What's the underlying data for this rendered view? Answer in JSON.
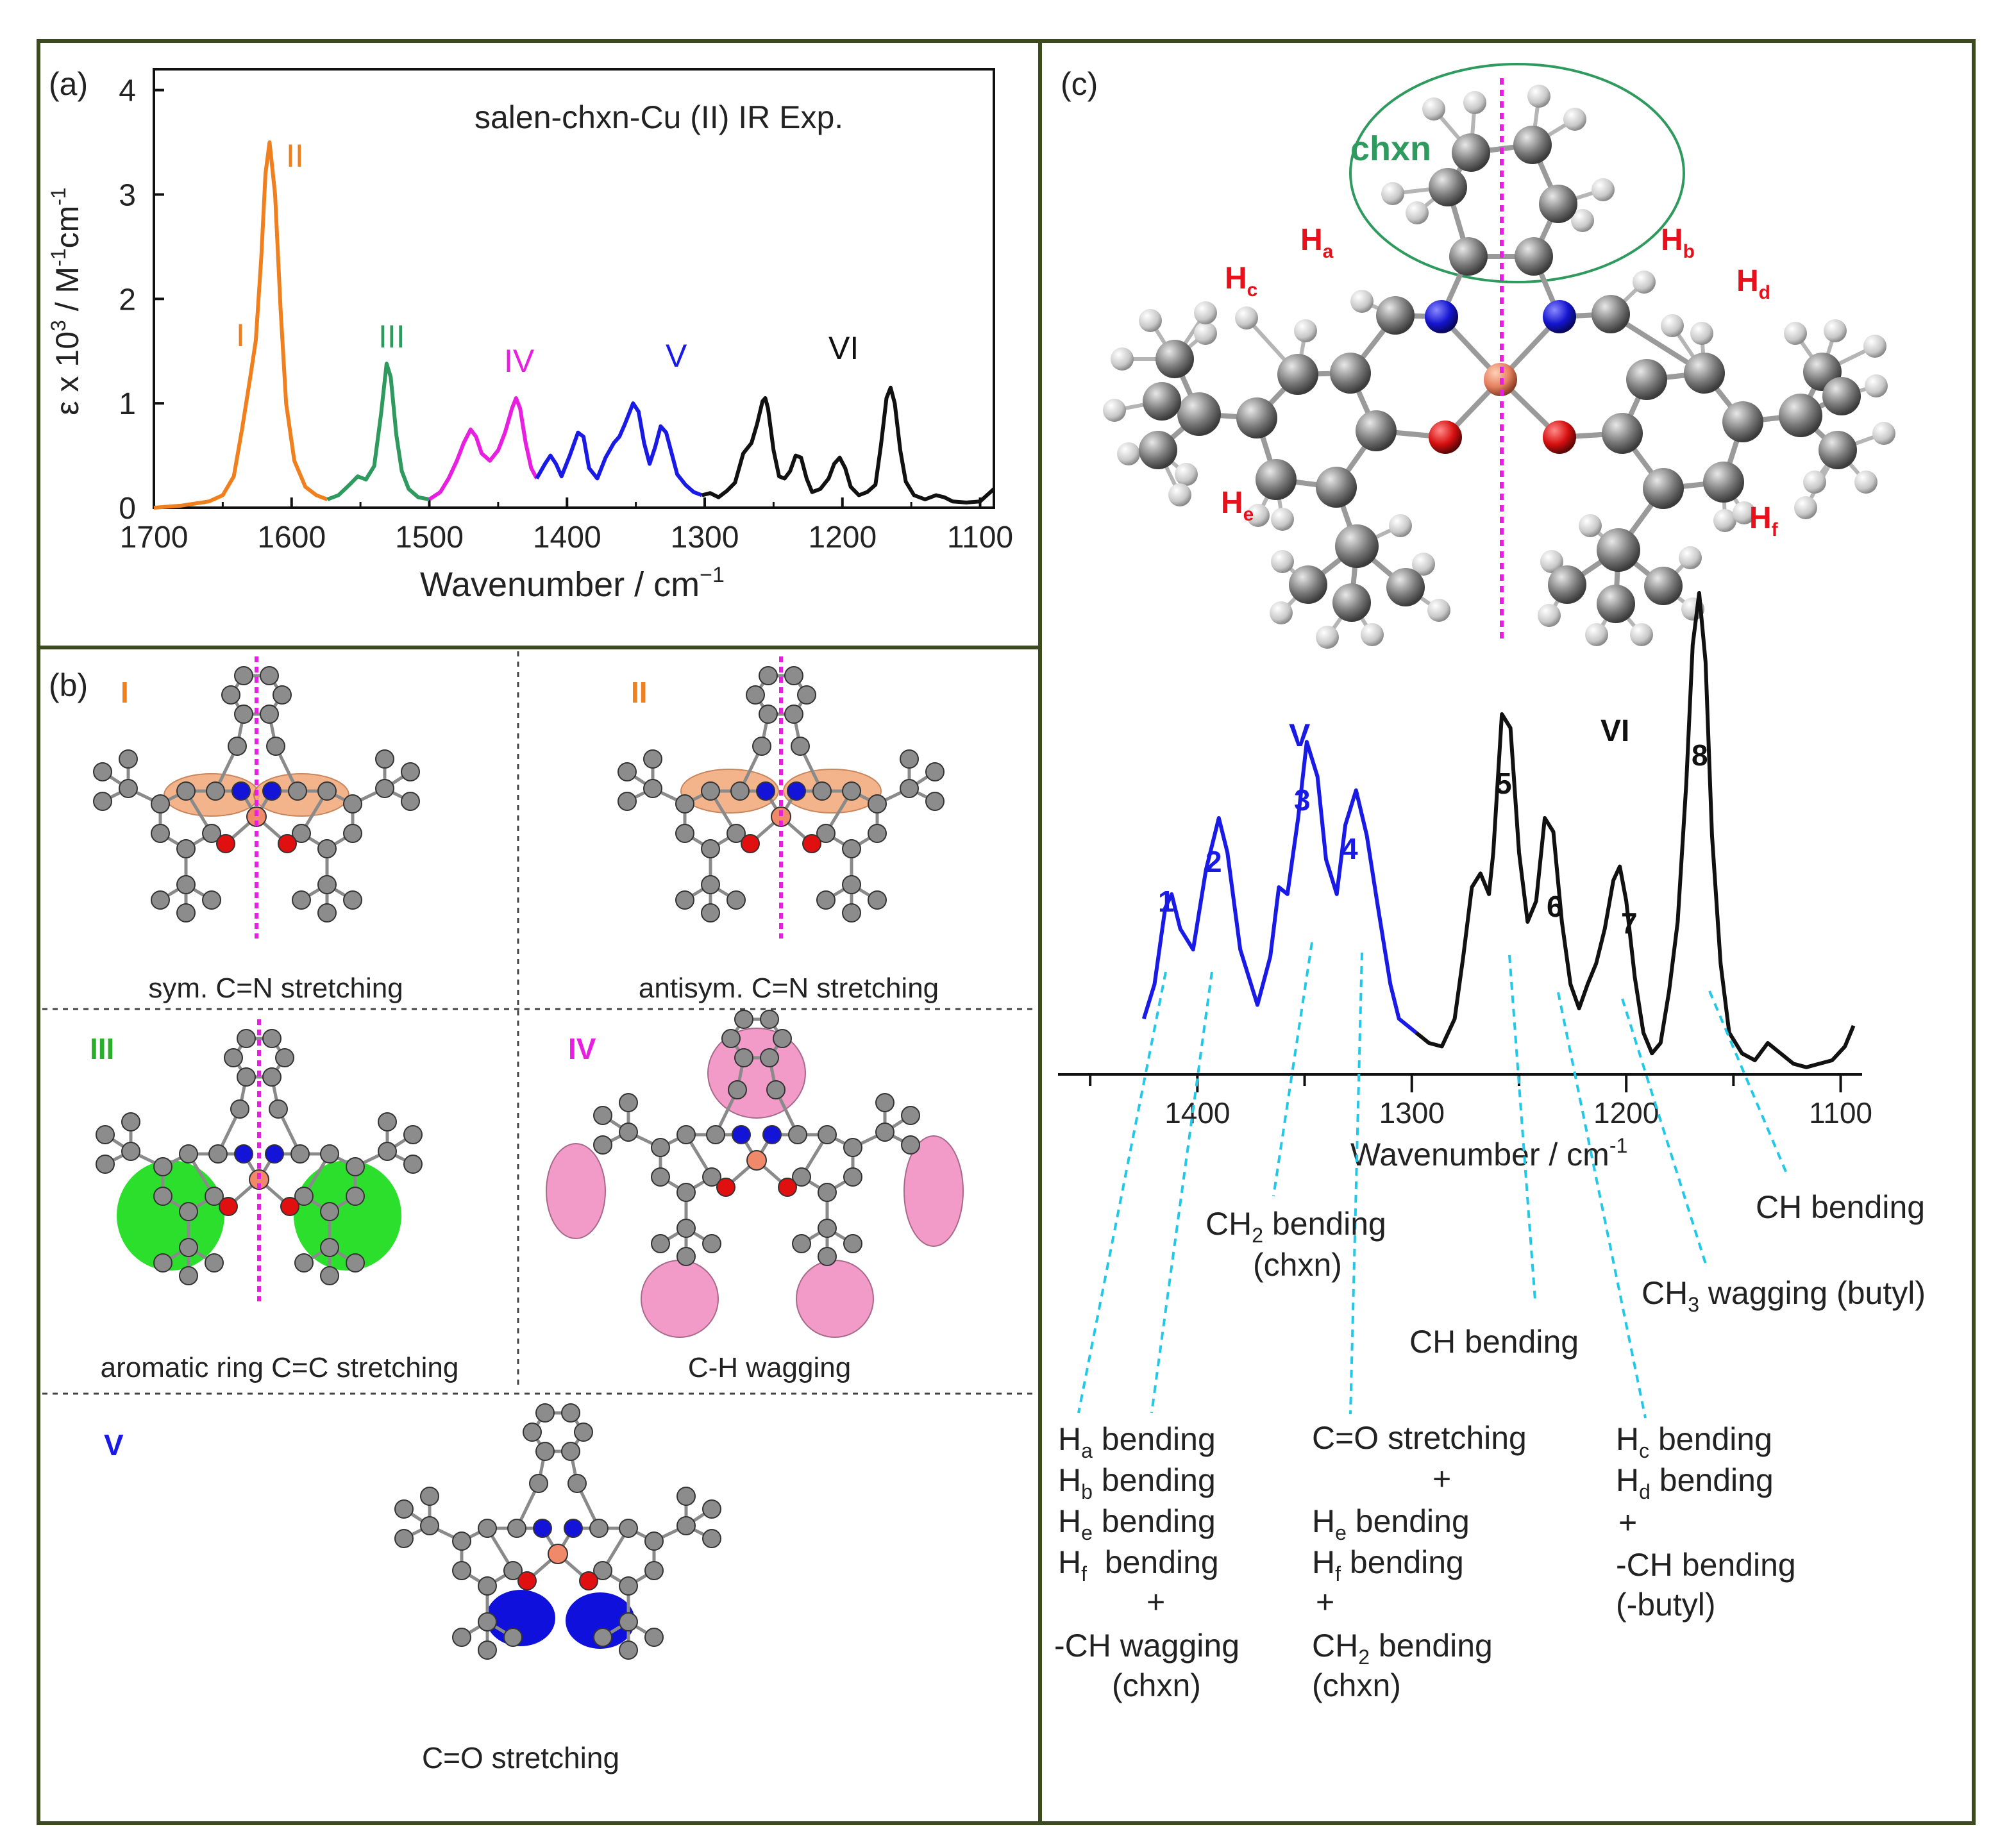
{
  "panel_a": {
    "label": "(a)",
    "title": "salen-chxn-Cu (II) IR Exp.",
    "ylabel_pre": "ε x 10",
    "ylabel_sup": "3",
    "ylabel_mid": " / M",
    "ylabel_sup2": "-1",
    "ylabel_end": "cm",
    "ylabel_sup3": "-1",
    "xlabel": "Wavenumber / cm",
    "xlabel_sup": "−1",
    "peak_labels": [
      {
        "text": "I",
        "color": "#F07F1E"
      },
      {
        "text": "II",
        "color": "#F07F1E"
      },
      {
        "text": "III",
        "color": "#2E9A5E"
      },
      {
        "text": "IV",
        "color": "#E81EE0"
      },
      {
        "text": "V",
        "color": "#1A1AE6"
      },
      {
        "text": "VI",
        "color": "#111111"
      }
    ]
  },
  "panel_b": {
    "label": "(b)",
    "cells": [
      {
        "roman": "I",
        "roman_color": "#F07F1E",
        "caption": "sym. C=N stretching"
      },
      {
        "roman": "II",
        "roman_color": "#F07F1E",
        "caption": "antisym. C=N stretching"
      },
      {
        "roman": "III",
        "roman_color": "#2BAE2B",
        "caption": "aromatic ring C=C stretching"
      },
      {
        "roman": "IV",
        "roman_color": "#E81EE0",
        "caption": "C-H wagging"
      },
      {
        "roman": "V",
        "roman_color": "#1A1AE6",
        "caption": "C=O stretching"
      }
    ]
  },
  "panel_c": {
    "label": "(c)",
    "chxn": "chxn",
    "h_labels": [
      {
        "main": "H",
        "sub": "a"
      },
      {
        "main": "H",
        "sub": "b"
      },
      {
        "main": "H",
        "sub": "c"
      },
      {
        "main": "H",
        "sub": "d"
      },
      {
        "main": "H",
        "sub": "e"
      },
      {
        "main": "H",
        "sub": "f"
      }
    ],
    "group_labels": {
      "V": "V",
      "VI": "VI"
    },
    "numbers": [
      "1",
      "2",
      "3",
      "4",
      "5",
      "6",
      "7",
      "8"
    ],
    "xlabel": "Wavenumber / cm",
    "xlabel_sup": "-1",
    "assignments": {
      "ch2_chxn_1": "CH",
      "ch2_chxn_2": "2",
      "ch2_chxn_3": " bending",
      "ch2_chxn_4": "(chxn)",
      "ch_bending_5": "CH bending",
      "ch_bending_8": "CH bending",
      "ch3_1": "CH",
      "ch3_2": "3",
      "ch3_3": " wagging (butyl)",
      "left_block": [
        {
          "main": "H",
          "sub": "a",
          "rest": " bending"
        },
        {
          "main": "H",
          "sub": "b",
          "rest": " bending"
        },
        {
          "main": "H",
          "sub": "e",
          "rest": " bending"
        },
        {
          "main": "H",
          "sub": "f",
          "rest": "  bending"
        }
      ],
      "left_plus": "+",
      "left_wag": "-CH wagging",
      "left_chxn": "(chxn)",
      "mid_title": "C=O stretching",
      "mid_plus1": "+",
      "mid_block": [
        {
          "main": "H",
          "sub": "e",
          "rest": " bending"
        },
        {
          "main": "H",
          "sub": "f",
          "rest": " bending"
        }
      ],
      "mid_plus2": "+",
      "mid_ch2_main": "CH",
      "mid_ch2_sub": "2",
      "mid_ch2_rest": " bending",
      "mid_chxn": "(chxn)",
      "right_block": [
        {
          "main": "H",
          "sub": "c",
          "rest": " bending"
        },
        {
          "main": "H",
          "sub": "d",
          "rest": " bending"
        }
      ],
      "right_plus": "+",
      "right_ch": "-CH bending",
      "right_butyl": "(-butyl)"
    }
  },
  "chart_data": [
    {
      "type": "line",
      "title": "salen-chxn-Cu (II) IR Exp.",
      "xlabel": "Wavenumber / cm−1",
      "ylabel": "ε x 10^3 / M^-1cm^-1",
      "xlim": [
        1700,
        1090
      ],
      "ylim": [
        0,
        4.2
      ],
      "xticks": [
        1700,
        1600,
        1500,
        1400,
        1300,
        1200,
        1100
      ],
      "yticks": [
        0,
        1,
        2,
        3,
        4
      ],
      "series": [
        {
          "color": "#F07F1E",
          "x": [
            1700,
            1680,
            1660,
            1650,
            1642,
            1636,
            1630,
            1626,
            1622,
            1619,
            1616,
            1612,
            1608,
            1604,
            1598,
            1590,
            1582,
            1574
          ],
          "y": [
            0.0,
            0.02,
            0.06,
            0.12,
            0.3,
            0.75,
            1.25,
            1.6,
            2.4,
            3.2,
            3.5,
            3.0,
            1.9,
            1.0,
            0.45,
            0.2,
            0.12,
            0.08
          ]
        },
        {
          "color": "#2E9A5E",
          "x": [
            1574,
            1566,
            1558,
            1552,
            1546,
            1540,
            1535,
            1531,
            1528,
            1524,
            1520,
            1515,
            1508,
            1500
          ],
          "y": [
            0.08,
            0.12,
            0.22,
            0.3,
            0.27,
            0.4,
            0.9,
            1.38,
            1.25,
            0.7,
            0.35,
            0.18,
            0.1,
            0.08
          ]
        },
        {
          "color": "#E81EE0",
          "x": [
            1500,
            1492,
            1486,
            1480,
            1475,
            1470,
            1466,
            1462,
            1456,
            1450,
            1445,
            1440,
            1437,
            1434,
            1430,
            1426,
            1422
          ],
          "y": [
            0.08,
            0.15,
            0.28,
            0.45,
            0.62,
            0.75,
            0.68,
            0.52,
            0.45,
            0.55,
            0.72,
            0.95,
            1.05,
            0.95,
            0.62,
            0.38,
            0.28
          ]
        },
        {
          "color": "#1A1AE6",
          "x": [
            1422,
            1416,
            1412,
            1408,
            1404,
            1398,
            1392,
            1388,
            1384,
            1378,
            1372,
            1366,
            1362,
            1358,
            1352,
            1348,
            1344,
            1340,
            1336,
            1332,
            1328,
            1324,
            1320,
            1314,
            1308,
            1302
          ],
          "y": [
            0.28,
            0.42,
            0.5,
            0.42,
            0.3,
            0.5,
            0.72,
            0.68,
            0.38,
            0.28,
            0.48,
            0.62,
            0.68,
            0.8,
            1.0,
            0.92,
            0.62,
            0.42,
            0.58,
            0.78,
            0.72,
            0.52,
            0.32,
            0.22,
            0.15,
            0.12
          ]
        },
        {
          "color": "#111111",
          "x": [
            1302,
            1296,
            1290,
            1284,
            1278,
            1272,
            1266,
            1262,
            1258,
            1256,
            1254,
            1250,
            1246,
            1242,
            1238,
            1234,
            1230,
            1226,
            1222,
            1216,
            1210,
            1206,
            1202,
            1198,
            1194,
            1188,
            1182,
            1176,
            1172,
            1168,
            1165,
            1162,
            1158,
            1154,
            1148,
            1140,
            1132,
            1126,
            1120,
            1110,
            1100,
            1090
          ],
          "y": [
            0.12,
            0.14,
            0.1,
            0.16,
            0.24,
            0.52,
            0.62,
            0.8,
            1.02,
            1.05,
            0.95,
            0.55,
            0.3,
            0.28,
            0.35,
            0.5,
            0.48,
            0.28,
            0.15,
            0.18,
            0.28,
            0.42,
            0.48,
            0.38,
            0.2,
            0.12,
            0.15,
            0.22,
            0.6,
            1.05,
            1.15,
            1.0,
            0.55,
            0.25,
            0.12,
            0.08,
            0.12,
            0.1,
            0.06,
            0.05,
            0.06,
            0.18
          ]
        }
      ]
    },
    {
      "type": "line",
      "xlabel": "Wavenumber / cm-1",
      "xlim": [
        1465,
        1090
      ],
      "xticks": [
        1400,
        1300,
        1200,
        1100
      ],
      "yticks": [],
      "series": [
        {
          "color": "#1A1AE6",
          "x": [
            1425,
            1420,
            1415,
            1412,
            1408,
            1402,
            1396,
            1390,
            1386,
            1380,
            1372,
            1366,
            1362,
            1358,
            1353,
            1349,
            1344,
            1340,
            1335,
            1331,
            1326,
            1321,
            1316,
            1310,
            1306,
            1302,
            1298
          ],
          "y": [
            0.02,
            0.12,
            0.34,
            0.38,
            0.28,
            0.22,
            0.45,
            0.6,
            0.5,
            0.22,
            0.06,
            0.2,
            0.4,
            0.38,
            0.6,
            0.82,
            0.72,
            0.48,
            0.38,
            0.58,
            0.68,
            0.55,
            0.35,
            0.12,
            0.02,
            0.0,
            -0.02
          ]
        },
        {
          "color": "#111111",
          "x": [
            1298,
            1292,
            1286,
            1280,
            1276,
            1272,
            1268,
            1264,
            1262,
            1258,
            1254,
            1250,
            1246,
            1242,
            1238,
            1234,
            1230,
            1226,
            1222,
            1218,
            1214,
            1210,
            1206,
            1203,
            1200,
            1196,
            1192,
            1188,
            1184,
            1180,
            1176,
            1172,
            1169,
            1166,
            1163,
            1160,
            1156,
            1152,
            1146,
            1140,
            1134,
            1128,
            1122,
            1116,
            1110,
            1104,
            1098,
            1094
          ],
          "y": [
            -0.02,
            -0.05,
            -0.06,
            0.02,
            0.2,
            0.4,
            0.44,
            0.38,
            0.5,
            0.9,
            0.86,
            0.5,
            0.3,
            0.36,
            0.6,
            0.56,
            0.3,
            0.12,
            0.05,
            0.12,
            0.18,
            0.28,
            0.42,
            0.46,
            0.36,
            0.14,
            -0.02,
            -0.08,
            -0.05,
            0.1,
            0.3,
            0.7,
            1.1,
            1.25,
            1.05,
            0.55,
            0.18,
            -0.02,
            -0.08,
            -0.1,
            -0.05,
            -0.08,
            -0.11,
            -0.12,
            -0.11,
            -0.1,
            -0.06,
            0.0
          ]
        }
      ]
    }
  ]
}
